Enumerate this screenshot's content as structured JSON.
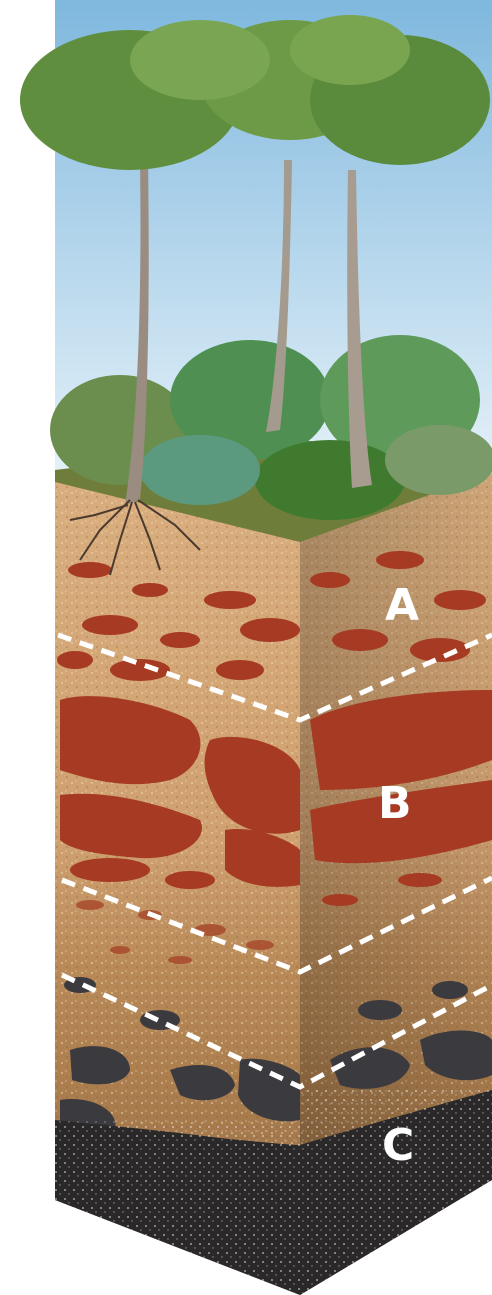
{
  "diagram": {
    "type": "soil-profile",
    "horizons": [
      {
        "label": "A"
      },
      {
        "label": "B"
      },
      {
        "label": "C"
      }
    ]
  },
  "colors": {
    "sky_top": "#7fb8de",
    "sky_bottom": "#eaf4fa",
    "horizon_a": "#d6a978",
    "horizon_b": "#c99a6a",
    "mottle": "#a63a22",
    "transition": "#b48654",
    "rock": "#3b3a3f",
    "bedrock": "#2a2828",
    "boundary_line": "#ffffff"
  }
}
